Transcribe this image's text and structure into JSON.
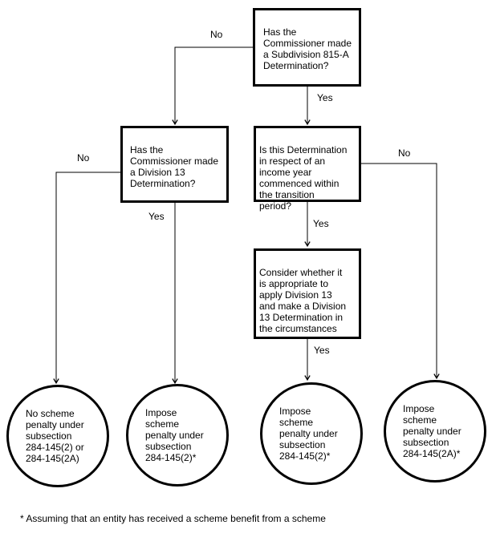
{
  "flowchart": {
    "boxes": {
      "q815a": "Has the\nCommissioner made\na Subdivision 815-A\nDetermination?",
      "qdiv13": "Has the\nCommissioner made\na Division 13\nDetermination?",
      "qtransition": "Is this Determination\nin respect of an\nincome year\ncommenced within\nthe transition\nperiod?",
      "consider": "Consider whether it\nis appropriate to\napply Division 13\nand make a Division\n13 Determination in\nthe circumstances"
    },
    "outcomes": {
      "no_penalty": "No scheme\npenalty under\nsubsection\n284-145(2) or\n284-145(2A)",
      "penalty_2_left": "Impose\nscheme\npenalty under\nsubsection\n284-145(2)*",
      "penalty_2_mid": "Impose\nscheme\npenalty under\nsubsection\n284-145(2)*",
      "penalty_2a": "Impose\nscheme\npenalty under\nsubsection\n284-145(2A)*"
    },
    "edge_labels": {
      "no_815a": "No",
      "yes_815a": "Yes",
      "no_div13": "No",
      "yes_div13": "Yes",
      "no_transition": "No",
      "yes_transition": "Yes",
      "yes_consider": "Yes"
    },
    "footnote": "* Assuming that an entity has received a scheme benefit from a scheme",
    "colors": {
      "line": "#000000",
      "text": "#000000",
      "background": "#ffffff"
    }
  }
}
